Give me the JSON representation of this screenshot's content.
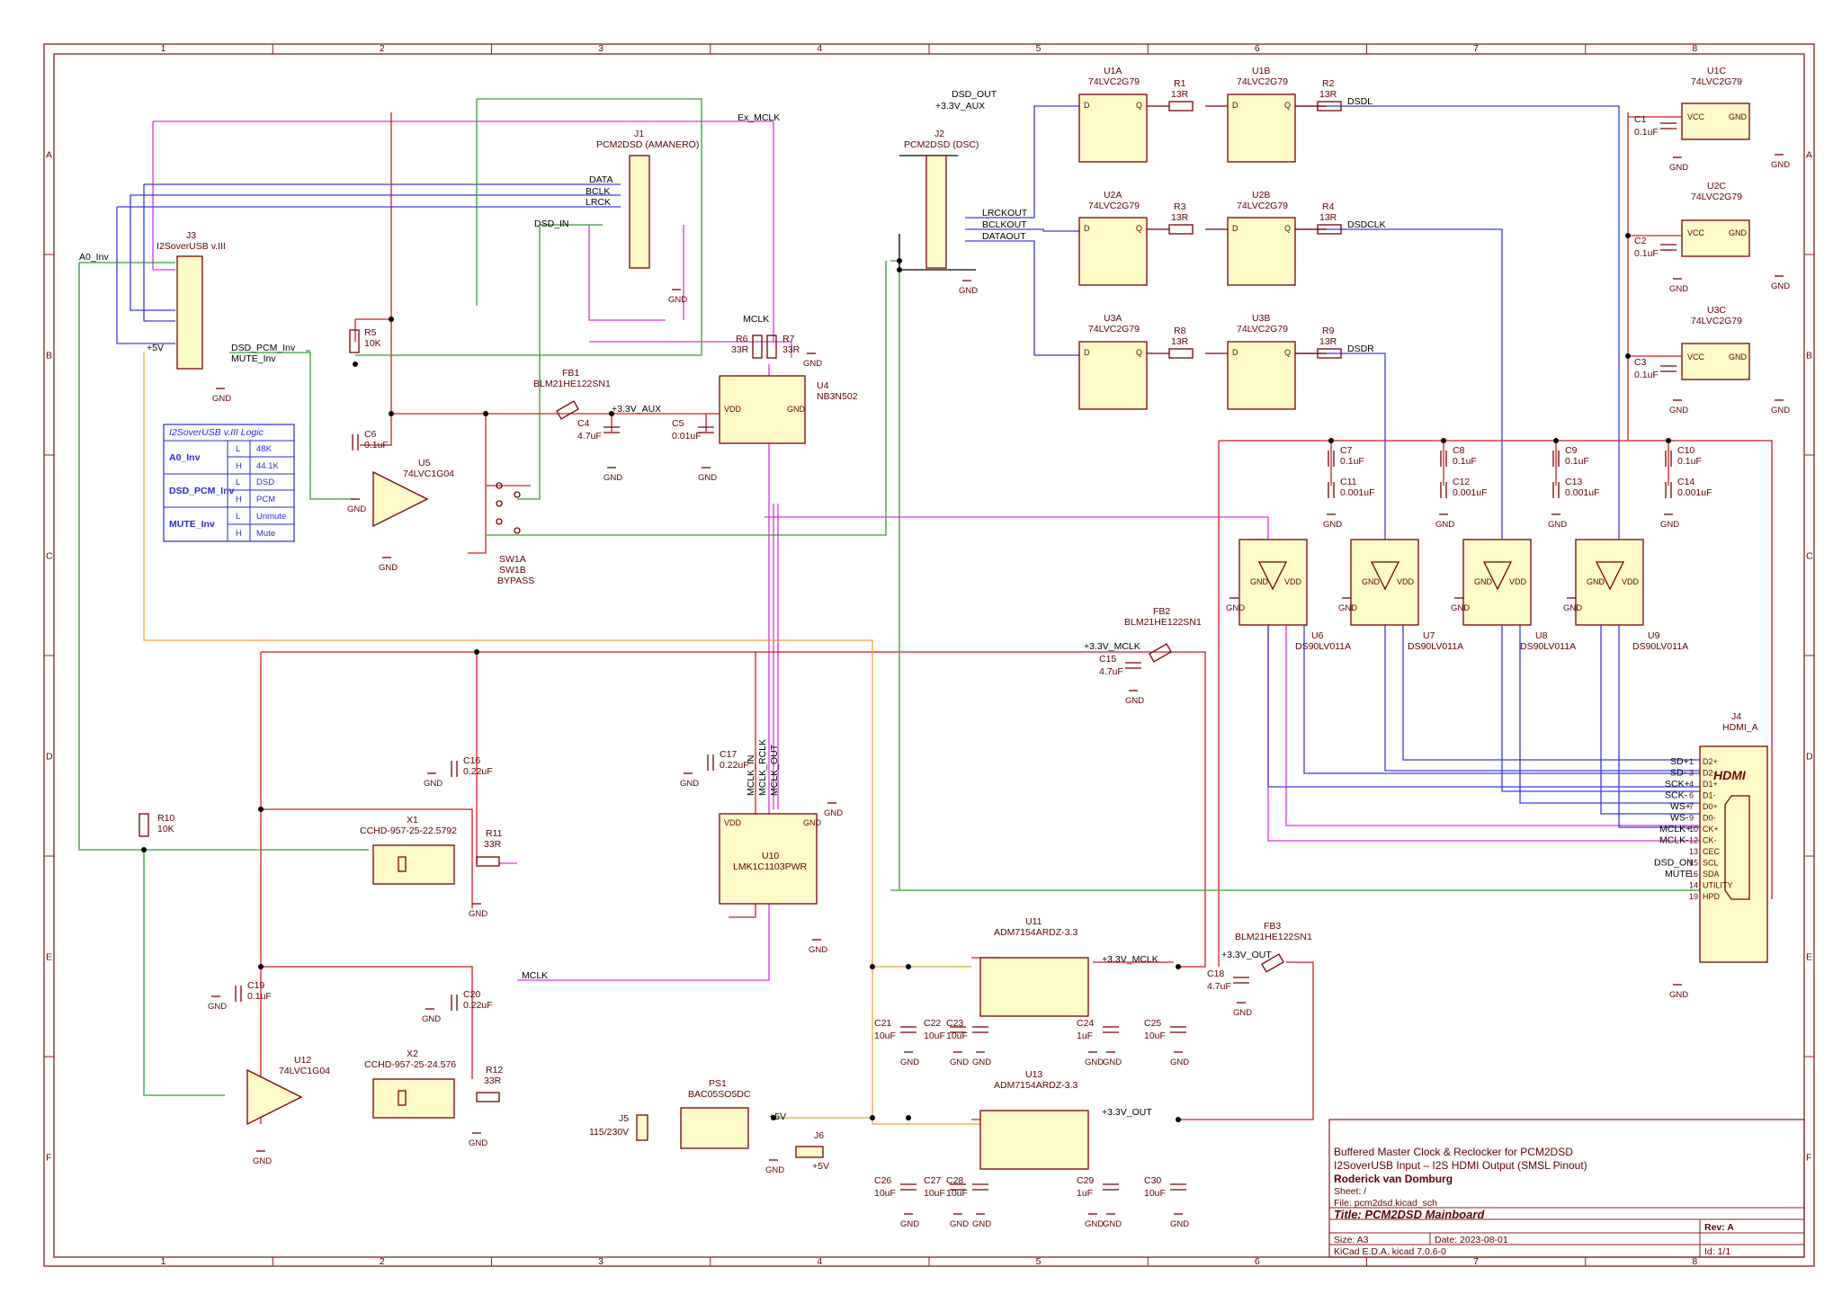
{
  "frame": {
    "cols": [
      "1",
      "2",
      "3",
      "4",
      "5",
      "6",
      "7",
      "8"
    ],
    "rows": [
      "A",
      "B",
      "C",
      "D",
      "E",
      "F"
    ]
  },
  "title_block": {
    "line1": "Buffered Master Clock & Reclocker for PCM2DSD",
    "line2": "I2SoverUSB Input – I2S HDMI Output (SMSL Pinout)",
    "author": "Roderick van Domburg",
    "sheet": "Sheet: /",
    "file": "File: pcm2dsd.kicad_sch",
    "title": "Title: PCM2DSD Mainboard",
    "size": "Size: A3",
    "date": "Date: 2023-08-01",
    "rev": "Rev: A",
    "kicad": "KiCad E.D.A.  kicad 7.0.6-0",
    "id": "Id: 1/1"
  },
  "logic_table": {
    "title": "I2SoverUSB v.III Logic",
    "rows": [
      {
        "name": "A0_Inv",
        "states": [
          [
            "L",
            "48K"
          ],
          [
            "H",
            "44.1K"
          ]
        ]
      },
      {
        "name": "DSD_PCM_Inv",
        "states": [
          [
            "L",
            "DSD"
          ],
          [
            "H",
            "PCM"
          ]
        ]
      },
      {
        "name": "MUTE_Inv",
        "states": [
          [
            "L",
            "Unmute"
          ],
          [
            "H",
            "Mute"
          ]
        ]
      }
    ]
  },
  "connectors": {
    "J1": {
      "ref": "J1",
      "value": "PCM2DSD (AMANERO)"
    },
    "J2": {
      "ref": "J2",
      "value": "PCM2DSD (DSC)"
    },
    "J3": {
      "ref": "J3",
      "value": "I2SoverUSB v.III"
    },
    "J4": {
      "ref": "J4",
      "value": "HDMI_A",
      "logo": "HDMI",
      "pins": [
        [
          "SD+",
          "1",
          "D2+"
        ],
        [
          "SD-",
          "3",
          "D2-"
        ],
        [
          "SCK+",
          "4",
          "D1+"
        ],
        [
          "SCK-",
          "6",
          "D1-"
        ],
        [
          "WS+",
          "7",
          "D0+"
        ],
        [
          "WS-",
          "9",
          "D0-"
        ],
        [
          "MCLK+",
          "10",
          "CK+"
        ],
        [
          "MCLK-",
          "12",
          "CK-"
        ],
        [
          "",
          "13",
          "CEC"
        ],
        [
          "DSD_ON",
          "15",
          "SCL"
        ],
        [
          "MUTE",
          "16",
          "SDA"
        ],
        [
          "",
          "14",
          "UTILITY"
        ],
        [
          "",
          "19",
          "HPD"
        ]
      ]
    },
    "J5": {
      "ref": "J5",
      "value": "115/230V"
    },
    "J6": {
      "ref": "J6",
      "value": "+5V"
    }
  },
  "nets": {
    "dsd_out": "DSD_OUT",
    "aux": "+3.3V_AUX",
    "ex_mclk": "Ex_MCLK",
    "data": "DATA",
    "bclk": "BCLK",
    "lrck": "LRCK",
    "dsd_in": "DSD_IN",
    "a0_inv": "A0_Inv",
    "dsd_pcm_inv": "DSD_PCM_Inv",
    "mute_inv": "MUTE_Inv",
    "p5v": "+5V",
    "mclk": "MCLK",
    "lrckout": "LRCKOUT",
    "bclkout": "BCLKOUT",
    "dataout": "DATAOUT",
    "dsdl": "DSDL",
    "dsdclk": "DSDCLK",
    "dsdr": "DSDR",
    "p33_mclk": "+3.3V_MCLK",
    "p33_out": "+3.3V_OUT",
    "mclk_in": "MCLK_IN",
    "mclk_rclk": "MCLK_RCLK",
    "mclk_out": "MCLK_OUT"
  },
  "parts": {
    "R1": {
      "ref": "R1",
      "value": "13R"
    },
    "R2": {
      "ref": "R2",
      "value": "13R"
    },
    "R3": {
      "ref": "R3",
      "value": "13R"
    },
    "R4": {
      "ref": "R4",
      "value": "13R"
    },
    "R8": {
      "ref": "R8",
      "value": "13R"
    },
    "R9": {
      "ref": "R9",
      "value": "13R"
    },
    "R5": {
      "ref": "R5",
      "value": "10K"
    },
    "R6": {
      "ref": "R6",
      "value": "33R"
    },
    "R7": {
      "ref": "R7",
      "value": "33R"
    },
    "R10": {
      "ref": "R10",
      "value": "10K"
    },
    "R11": {
      "ref": "R11",
      "value": "33R"
    },
    "R12": {
      "ref": "R12",
      "value": "33R"
    },
    "U1A": {
      "ref": "U1A",
      "value": "74LVC2G79"
    },
    "U1B": {
      "ref": "U1B",
      "value": "74LVC2G79"
    },
    "U1C": {
      "ref": "U1C",
      "value": "74LVC2G79"
    },
    "U2A": {
      "ref": "U2A",
      "value": "74LVC2G79"
    },
    "U2B": {
      "ref": "U2B",
      "value": "74LVC2G79"
    },
    "U2C": {
      "ref": "U2C",
      "value": "74LVC2G79"
    },
    "U3A": {
      "ref": "U3A",
      "value": "74LVC2G79"
    },
    "U3B": {
      "ref": "U3B",
      "value": "74LVC2G79"
    },
    "U3C": {
      "ref": "U3C",
      "value": "74LVC2G79"
    },
    "U4": {
      "ref": "U4",
      "value": "NB3N502"
    },
    "U5": {
      "ref": "U5",
      "value": "74LVC1G04"
    },
    "U12": {
      "ref": "U12",
      "value": "74LVC1G04"
    },
    "U6": {
      "ref": "U6",
      "value": "DS90LV011A"
    },
    "U7": {
      "ref": "U7",
      "value": "DS90LV011A"
    },
    "U8": {
      "ref": "U8",
      "value": "DS90LV011A"
    },
    "U9": {
      "ref": "U9",
      "value": "DS90LV011A"
    },
    "U10": {
      "ref": "U10",
      "value": "LMK1C1103PWR"
    },
    "U11": {
      "ref": "U11",
      "value": "ADM7154ARDZ-3.3"
    },
    "U13": {
      "ref": "U13",
      "value": "ADM7154ARDZ-3.3"
    },
    "X1": {
      "ref": "X1",
      "value": "CCHD-957-25-22.5792"
    },
    "X2": {
      "ref": "X2",
      "value": "CCHD-957-25-24.576"
    },
    "FB1": {
      "ref": "FB1",
      "value": "BLM21HE122SN1"
    },
    "FB2": {
      "ref": "FB2",
      "value": "BLM21HE122SN1"
    },
    "FB3": {
      "ref": "FB3",
      "value": "BLM21HE122SN1"
    },
    "PS1": {
      "ref": "PS1",
      "value": "BAC05SO5DC"
    },
    "SW1": {
      "ref": "SW1A",
      "ref2": "SW1B",
      "value": "BYPASS"
    },
    "C1": {
      "ref": "C1",
      "value": "0.1uF"
    },
    "C2": {
      "ref": "C2",
      "value": "0.1uF"
    },
    "C3": {
      "ref": "C3",
      "value": "0.1uF"
    },
    "C4": {
      "ref": "C4",
      "value": "4.7uF"
    },
    "C5": {
      "ref": "C5",
      "value": "0.01uF"
    },
    "C6": {
      "ref": "C6",
      "value": "0.1uF"
    },
    "C7": {
      "ref": "C7",
      "value": "0.1uF"
    },
    "C8": {
      "ref": "C8",
      "value": "0.1uF"
    },
    "C9": {
      "ref": "C9",
      "value": "0.1uF"
    },
    "C10": {
      "ref": "C10",
      "value": "0.1uF"
    },
    "C11": {
      "ref": "C11",
      "value": "0.001uF"
    },
    "C12": {
      "ref": "C12",
      "value": "0.001uF"
    },
    "C13": {
      "ref": "C13",
      "value": "0.001uF"
    },
    "C14": {
      "ref": "C14",
      "value": "0.001uF"
    },
    "C15": {
      "ref": "C15",
      "value": "4.7uF"
    },
    "C16": {
      "ref": "C16",
      "value": "0.22uF"
    },
    "C17": {
      "ref": "C17",
      "value": "0.22uF"
    },
    "C18": {
      "ref": "C18",
      "value": "4.7uF"
    },
    "C19": {
      "ref": "C19",
      "value": "0.1uF"
    },
    "C20": {
      "ref": "C20",
      "value": "0.22uF"
    },
    "C21": {
      "ref": "C21",
      "value": "10uF"
    },
    "C22": {
      "ref": "C22",
      "value": "10uF"
    },
    "C23": {
      "ref": "C23",
      "value": "10uF"
    },
    "C24": {
      "ref": "C24",
      "value": "1uF"
    },
    "C25": {
      "ref": "C25",
      "value": "10uF"
    },
    "C26": {
      "ref": "C26",
      "value": "10uF"
    },
    "C27": {
      "ref": "C27",
      "value": "10uF"
    },
    "C28": {
      "ref": "C28",
      "value": "10uF"
    },
    "C29": {
      "ref": "C29",
      "value": "1uF"
    },
    "C30": {
      "ref": "C30",
      "value": "10uF"
    }
  },
  "labels": {
    "gnd": "GND",
    "vcc": "VCC",
    "vdd": "VDD",
    "dff_d": "D",
    "dff_q": "Q"
  },
  "colors": {
    "frame": "#8b1c1c",
    "wire_red": "#d81a1a",
    "wire_blue": "#3a3ae6",
    "wire_magenta": "#e030e0",
    "wire_green": "#2ea02e",
    "wire_orange": "#f0a030",
    "body": "#fefbc9"
  }
}
